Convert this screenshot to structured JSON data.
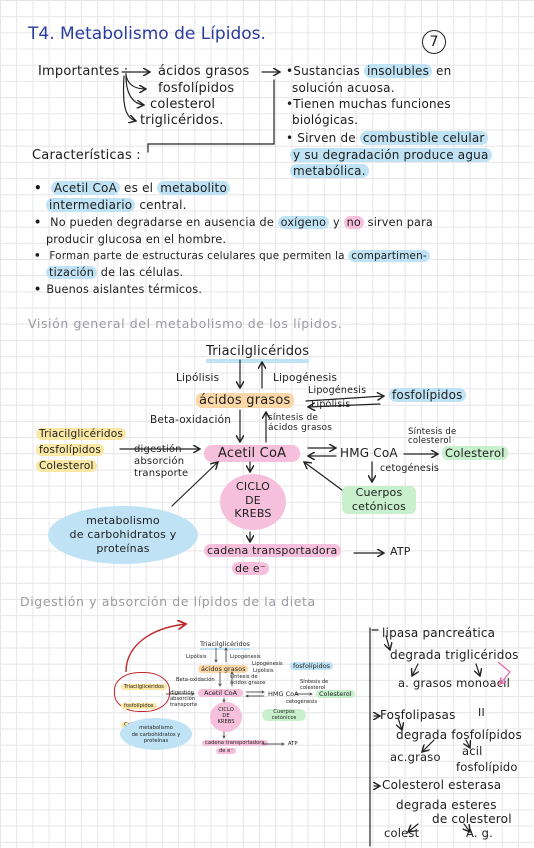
{
  "title": "T4. Metabolismo de Lípidos.",
  "page_number": "7",
  "important": {
    "label": "Importantes :",
    "items": [
      "ácidos grasos",
      "fosfolípidos",
      "colesterol",
      "triglicéridos."
    ]
  },
  "props": {
    "line1_pre": "•Sustancias ",
    "line1_hl": "insolubles",
    "line1_post": " en",
    "line2": "solución acuosa.",
    "line3": "•Tienen muchas funciones",
    "line4": "biológicas.",
    "line5_pre": "• Sirven de ",
    "line5_hl": "combustible celular",
    "line6_hl": "y su degradación produce agua",
    "line7_hl": "metabólica."
  },
  "caracteristicas": {
    "label": "Características :",
    "b1_hl1": "Acetil CoA",
    "b1_mid": " es el ",
    "b1_hl2": "metabolito",
    "b1_line2_hl": "intermediario",
    "b1_line2_post": " central.",
    "b2_pre": "No pueden degradarse en ausencia de ",
    "b2_hl1": "oxígeno",
    "b2_mid": " y ",
    "b2_hl2": "no",
    "b2_post": " sirven para",
    "b2_line2": "producir glucosa en el hombre.",
    "b3_pre": "Forman parte de estructuras celulares que permiten la ",
    "b3_hl": "compartimen-",
    "b3_line2_hl": "tización",
    "b3_line2_post": " de las células.",
    "b4": "Buenos aislantes térmicos."
  },
  "section1": "Visión general del metabolismo de los lípidos.",
  "section2": "Digestión y absorción de lípidos de la dieta",
  "diagram": {
    "trig": "Triacilglicéridos",
    "lipolisis": "Lipólisis",
    "lipogenesis": "Lipogénesis",
    "acidos": "ácidos grasos",
    "lipog2": "Lipogénesis",
    "lipol2": "Lipólisis",
    "fosfo": "fosfolípidos",
    "beta": "Beta-oxidación",
    "sintesis_ag": "síntesis de ácidos grasos",
    "acetil": "Acetil CoA",
    "hmg": "HMG CoA",
    "sintesis_col": "Síntesis de colesterol",
    "colesterol": "Colesterol",
    "cetogenesis": "cetogénesis",
    "cuerpos": "Cuerpos cetónicos",
    "krebs1": "CICLO",
    "krebs2": "DE",
    "krebs3": "KREBS",
    "left_l1": "Triacilglicéridos",
    "left_l2": "fosfolípidos",
    "left_l3": "Colesterol",
    "dig1": "digestión",
    "dig2": "absorción",
    "dig3": "transporte",
    "meta1": "metabolismo",
    "meta2": "de carbohidratos y",
    "meta3": "proteínas",
    "cadena1": "cadena transportadora",
    "cadena2": "de e⁻",
    "atp": "ATP"
  },
  "notes": {
    "n1_l1": "lipasa pancreática",
    "n1_l2": "degrada triglicéridos",
    "n1_l3": "a. grasos  monoacil",
    "n2_l1": "Fosfolipasas",
    "n2_mark": "II",
    "n2_l2": "degrada fosfolípidos",
    "n2_l3a": "ac.graso",
    "n2_l3b": "acil",
    "n2_l4": "fosfolípido",
    "n3_l1": "Colesterol esterasa",
    "n3_l2": "degrada esteres",
    "n3_l3": "de colesterol",
    "n3_l4a": "colest",
    "n3_l4b": "A. g."
  },
  "colors": {
    "title": "#2a3c9c",
    "blue": "#bfe3f5",
    "pink": "#f6c0dc",
    "yellow": "#fbe7a4",
    "green": "#c8f0cc",
    "orange": "#fcd8a8",
    "red": "#c0282b"
  }
}
